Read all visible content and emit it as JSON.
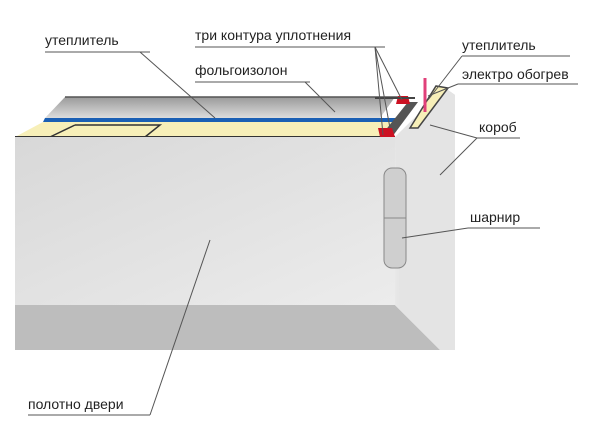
{
  "labels": {
    "insulation_left": "утеплитель",
    "three_seals": "три контура уплотнения",
    "foil_insulation": "фольгоизолон",
    "insulation_right": "утеплитель",
    "electric_heating": "электро обогрев",
    "frame": "короб",
    "hinge": "шарнир",
    "door_leaf": "полотно двери"
  },
  "colors": {
    "insulation": "#f7efb8",
    "foil": "#1a5fb4",
    "seal": "#cc1122",
    "heating": "#e0407a",
    "metal": "#d4d4d4"
  }
}
